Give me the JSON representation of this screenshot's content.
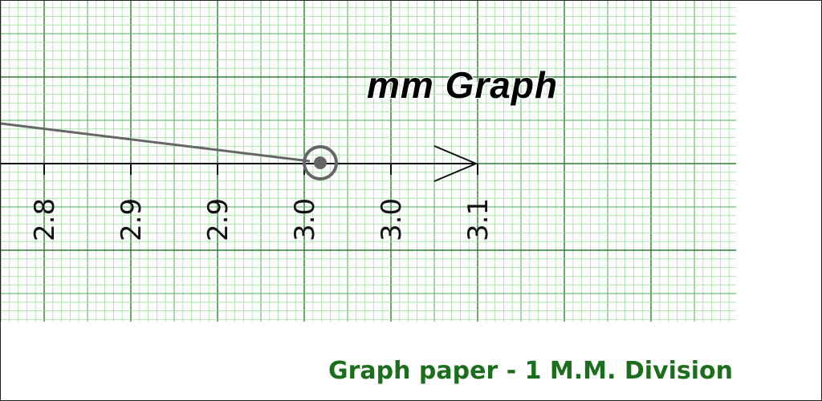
{
  "app": {
    "title": "mm Graph",
    "caption": "Graph paper - 1 M.M. Division"
  },
  "axis": {
    "tick_labels": [
      "2.8",
      "2.9",
      "2.9",
      "3.0",
      "3.0",
      "3.1"
    ]
  },
  "icons": {
    "cursor": "target-circle-icon",
    "arrow": "arrowhead-icon"
  },
  "colors": {
    "minor_grid": "#9fdf9f",
    "medium_grid": "#4caf50",
    "major_grid": "#2e7d32",
    "axis": "#111111",
    "trace": "#666666",
    "caption": "#1b6e1b"
  }
}
